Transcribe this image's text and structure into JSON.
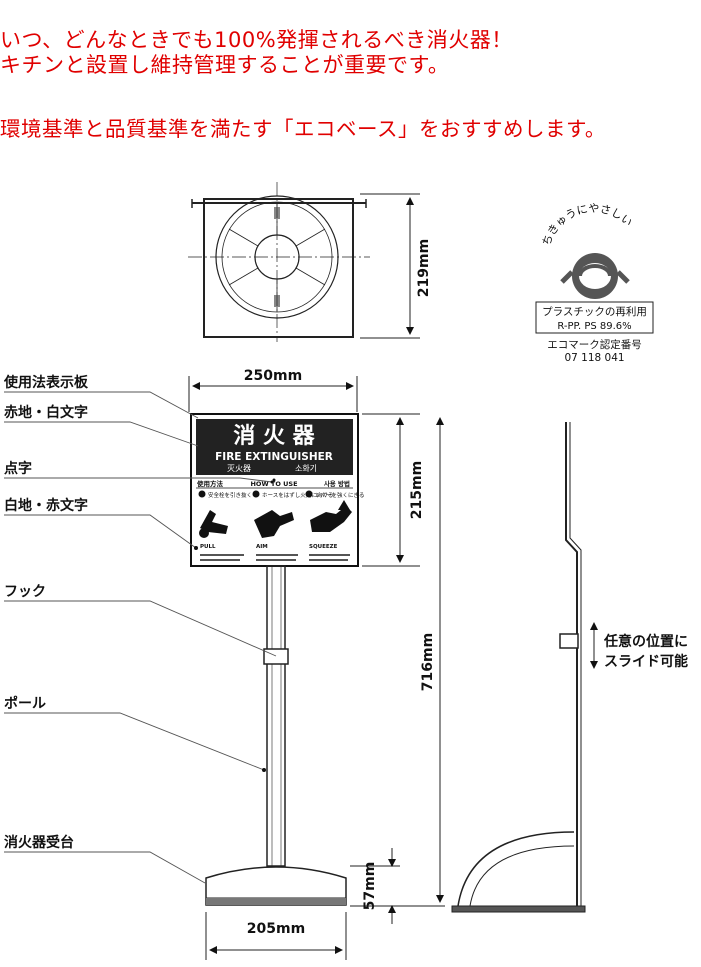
{
  "headline": {
    "line1": "いつ、どんなときでも100%発揮されるべき消火器！",
    "line2": "キチンと設置し維持管理することが重要です。",
    "line3": "環境基準と品質基準を満たす「エコベース」をおすすめします。"
  },
  "labels": {
    "usage_sign": "使用法表示板",
    "red_white": "赤地・白文字",
    "braille": "点字",
    "white_red": "白地・赤文字",
    "hook": "フック",
    "pole": "ポール",
    "base": "消火器受台"
  },
  "dimensions": {
    "top_depth": "219mm",
    "sign_width": "250mm",
    "sign_height": "215mm",
    "total_height": "716mm",
    "base_height": "57mm",
    "base_width": "205mm"
  },
  "sign": {
    "title": "消 火 器",
    "subtitle": "FIRE EXTINGUISHER",
    "sub_left": "灭火器",
    "sub_right": "소화기",
    "col1_head": "使用方法",
    "col2_head": "HOW TO USE",
    "col3_head": "사용 방법",
    "step1": "安全栓を引き抜く",
    "step2": "ホースをはずし火元に向ける",
    "step3": "レバーを強くにぎる",
    "pull": "PULL",
    "aim": "AIM",
    "squeeze": "SQUEEZE"
  },
  "side_note": {
    "line1": "任意の位置に",
    "line2": "スライド可能"
  },
  "ecomark": {
    "arc_text": "ちきゅうにやさしい",
    "box_line1": "プラスチックの再利用",
    "box_line2": "R-PP. PS  89.6%",
    "cert_label": "エコマーク認定番号",
    "cert_number": "07 118 041"
  }
}
